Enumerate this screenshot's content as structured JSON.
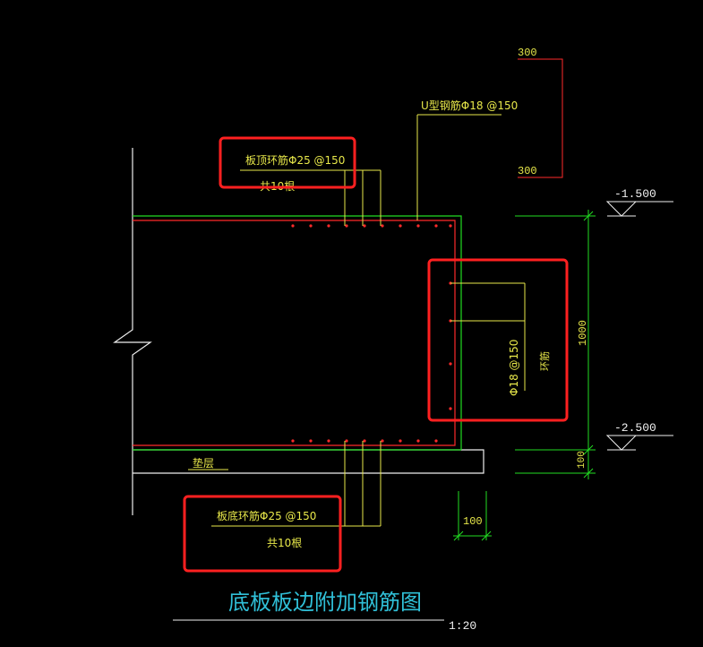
{
  "colors": {
    "background": "#000000",
    "rebar_red": "#ff2a2a",
    "dim_green": "#22dd22",
    "leader_yellow": "#e8e84a",
    "structure_white": "#f0f0f0",
    "title_cyan": "#30c0d8",
    "highlight_red": "#ff2020"
  },
  "labels": {
    "top_ring_bar": "板顶环筋Φ25 @150",
    "top_ring_count": "共10根",
    "u_bar": "U型钢筋Φ18 @150",
    "bottom_ring_bar": "板底环筋Φ25 @150",
    "bottom_ring_count": "共10根",
    "cushion": "垫层",
    "side_bar_spec": "Φ18 @150",
    "side_bar_name": "环筋"
  },
  "dimensions": {
    "dim_300_top": "300",
    "dim_300_bottom": "300",
    "height_1000": "1000",
    "cushion_100": "100",
    "width_100": "100"
  },
  "elevations": {
    "upper": "-1.500",
    "lower": "-2.500"
  },
  "title": {
    "main": "底板板边附加钢筋图",
    "scale": "1:20"
  },
  "icons": {
    "break_line": "break-line-icon",
    "elevation_marker": "elevation-triangle-icon",
    "rebar_dot": "rebar-section-dot-icon"
  }
}
